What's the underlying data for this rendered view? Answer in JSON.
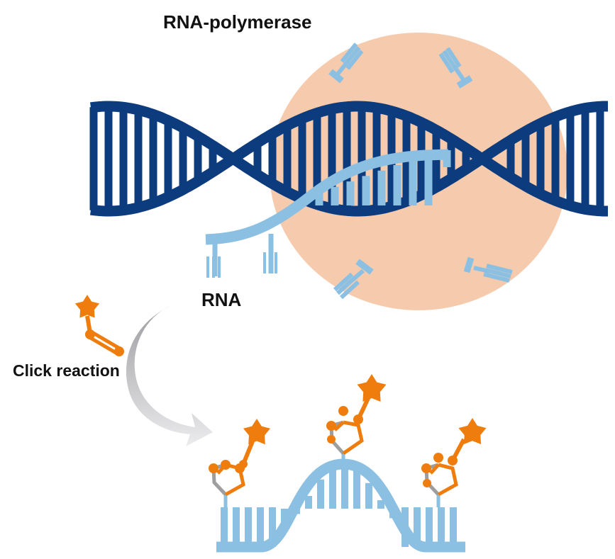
{
  "labels": {
    "polymerase": "RNA-polymerase",
    "rna": "RNA",
    "click_reaction": "Click reaction"
  },
  "colors": {
    "dna": "#0d3c7e",
    "rna": "#8cc0e2",
    "polymerase": "#f6cbad",
    "nucleotide": "#8cc0e2",
    "fluorophore": "#ef7d0e",
    "linker": "#9e9e9e",
    "arrow": "#b5b5b8"
  },
  "icons": {
    "nucleotide": "nucleotide-icon",
    "fluorophore": "star-icon",
    "alkyne_probe": "alkyne-fluorophore-icon",
    "triazole_label": "triazole-fluorophore-icon",
    "arrow": "curved-arrow-icon"
  }
}
